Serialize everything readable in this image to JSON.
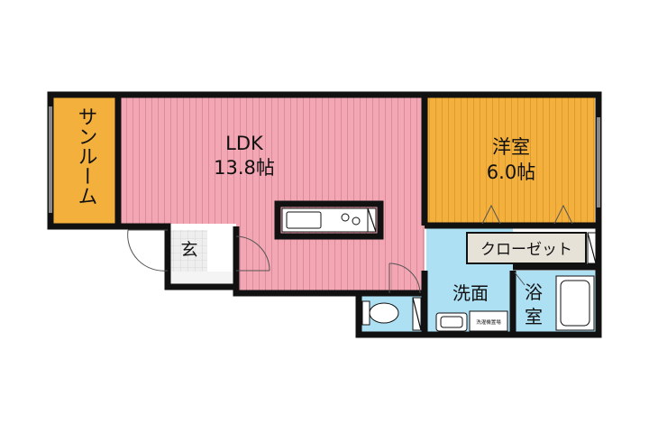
{
  "rooms": {
    "sunroom": {
      "label": "サンルーム",
      "color": "#F3B03C"
    },
    "ldk": {
      "label": "LDK",
      "size": "13.8帖",
      "color": "#F3A7B4"
    },
    "western": {
      "label": "洋室",
      "size": "6.0帖",
      "color": "#F3B03C"
    },
    "entrance": {
      "label": "玄"
    },
    "closet": {
      "label": "クローゼット",
      "color": "#E7E2D8"
    },
    "washroom": {
      "label": "洗面",
      "color": "#AEE0F4"
    },
    "bath": {
      "label": "浴室",
      "color": "#AEE0F4"
    },
    "washer": {
      "label": "洗濯機置場"
    }
  },
  "colors": {
    "wall": "#111111",
    "stripe": "#d58595",
    "stripe_orange": "#d9952a"
  }
}
